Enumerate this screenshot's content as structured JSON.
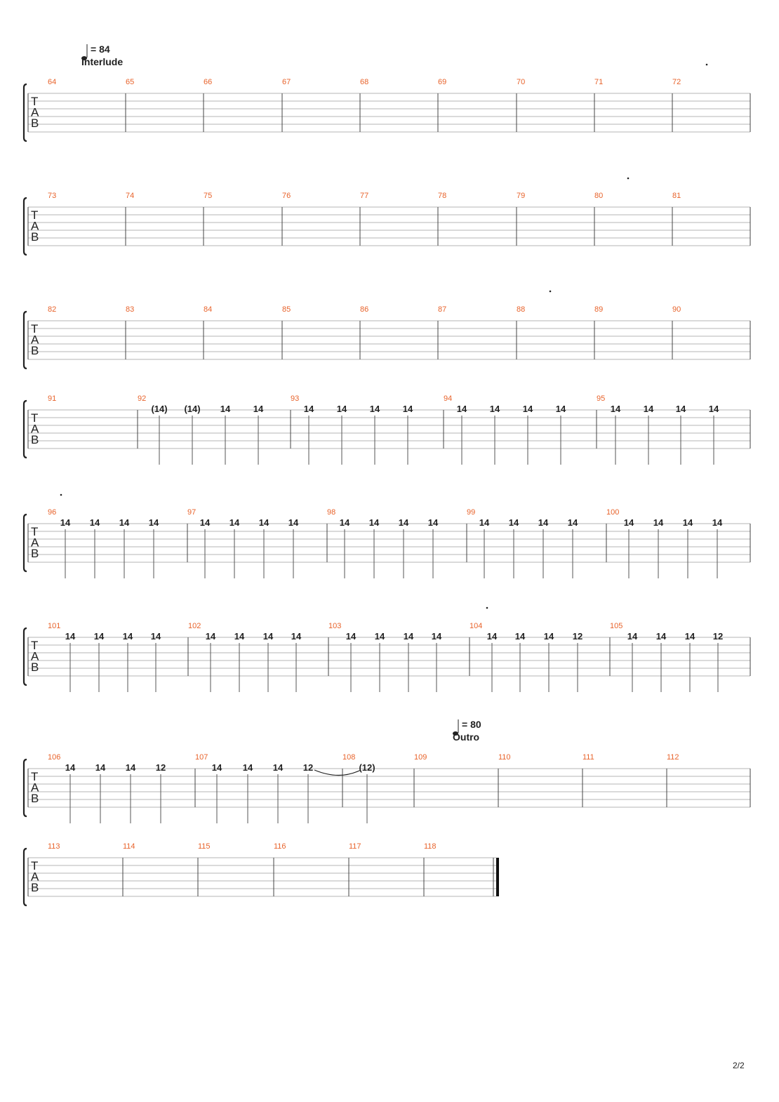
{
  "page_number": "2/2",
  "tempo_markings": [
    {
      "system": 0,
      "value": "= 84",
      "section": "Interlude"
    },
    {
      "system": 6,
      "value": "= 80",
      "section": "Outro"
    }
  ],
  "tab_clef": [
    "T",
    "A",
    "B"
  ],
  "systems": [
    {
      "measures": [
        {
          "number": "64",
          "notes": []
        },
        {
          "number": "65",
          "notes": []
        },
        {
          "number": "66",
          "notes": []
        },
        {
          "number": "67",
          "notes": []
        },
        {
          "number": "68",
          "notes": []
        },
        {
          "number": "69",
          "notes": []
        },
        {
          "number": "70",
          "notes": []
        },
        {
          "number": "71",
          "notes": []
        },
        {
          "number": "72",
          "notes": []
        }
      ]
    },
    {
      "measures": [
        {
          "number": "73",
          "notes": []
        },
        {
          "number": "74",
          "notes": []
        },
        {
          "number": "75",
          "notes": []
        },
        {
          "number": "76",
          "notes": []
        },
        {
          "number": "77",
          "notes": []
        },
        {
          "number": "78",
          "notes": []
        },
        {
          "number": "79",
          "notes": []
        },
        {
          "number": "80",
          "notes": []
        },
        {
          "number": "81",
          "notes": []
        }
      ]
    },
    {
      "measures": [
        {
          "number": "82",
          "notes": []
        },
        {
          "number": "83",
          "notes": []
        },
        {
          "number": "84",
          "notes": []
        },
        {
          "number": "85",
          "notes": []
        },
        {
          "number": "86",
          "notes": []
        },
        {
          "number": "87",
          "notes": []
        },
        {
          "number": "88",
          "notes": []
        },
        {
          "number": "89",
          "notes": []
        },
        {
          "number": "90",
          "notes": []
        }
      ]
    },
    {
      "measures": [
        {
          "number": "91",
          "notes": []
        },
        {
          "number": "92",
          "notes": [
            "(14)",
            "(14)",
            "14",
            "14"
          ]
        },
        {
          "number": "93",
          "notes": [
            "14",
            "14",
            "14",
            "14"
          ]
        },
        {
          "number": "94",
          "notes": [
            "14",
            "14",
            "14",
            "14"
          ]
        },
        {
          "number": "95",
          "notes": [
            "14",
            "14",
            "14",
            "14"
          ]
        }
      ]
    },
    {
      "measures": [
        {
          "number": "96",
          "notes": [
            "14",
            "14",
            "14",
            "14"
          ]
        },
        {
          "number": "97",
          "notes": [
            "14",
            "14",
            "14",
            "14"
          ]
        },
        {
          "number": "98",
          "notes": [
            "14",
            "14",
            "14",
            "14"
          ]
        },
        {
          "number": "99",
          "notes": [
            "14",
            "14",
            "14",
            "14"
          ]
        },
        {
          "number": "100",
          "notes": [
            "14",
            "14",
            "14",
            "14"
          ]
        }
      ]
    },
    {
      "measures": [
        {
          "number": "101",
          "notes": [
            "14",
            "14",
            "14",
            "14"
          ]
        },
        {
          "number": "102",
          "notes": [
            "14",
            "14",
            "14",
            "14"
          ]
        },
        {
          "number": "103",
          "notes": [
            "14",
            "14",
            "14",
            "14"
          ]
        },
        {
          "number": "104",
          "notes": [
            "14",
            "14",
            "14",
            "12"
          ]
        },
        {
          "number": "105",
          "notes": [
            "14",
            "14",
            "14",
            "12"
          ]
        }
      ]
    },
    {
      "measures": [
        {
          "number": "106",
          "notes": [
            "14",
            "14",
            "14",
            "12"
          ]
        },
        {
          "number": "107",
          "notes": [
            "14",
            "14",
            "14",
            "12"
          ]
        },
        {
          "number": "108",
          "notes": [
            "(12)"
          ]
        },
        {
          "number": "109",
          "notes": []
        },
        {
          "number": "110",
          "notes": []
        },
        {
          "number": "111",
          "notes": []
        },
        {
          "number": "112",
          "notes": []
        }
      ]
    },
    {
      "measures": [
        {
          "number": "113",
          "notes": []
        },
        {
          "number": "114",
          "notes": []
        },
        {
          "number": "115",
          "notes": []
        },
        {
          "number": "116",
          "notes": []
        },
        {
          "number": "117",
          "notes": []
        },
        {
          "number": "118",
          "notes": []
        }
      ]
    }
  ]
}
